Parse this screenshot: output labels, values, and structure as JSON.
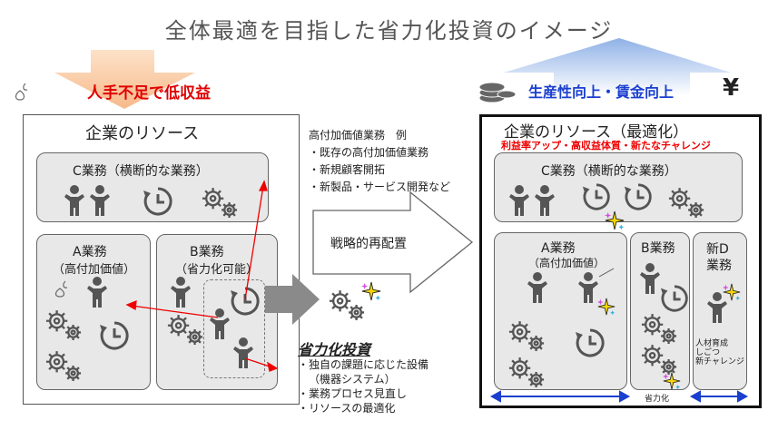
{
  "title": "全体最適を目指した省力化投資のイメージ",
  "left": {
    "banner": "人手不足で低収益",
    "panel_title": "企業のリソース",
    "c_box": "C業務（横断的な業務）",
    "a_box_line1": "A業務",
    "a_box_line2": "（高付加価値）",
    "b_box_line1": "B業務",
    "b_box_line2": "（省力化可能）"
  },
  "middle": {
    "example_title": "高付加価値業務　例",
    "example_items": [
      "・既存の高付加価値業務",
      "・新規顧客開拓",
      "・新製品・サービス開発など"
    ],
    "arrow_label": "戦略的再配置",
    "invest_title": "省力化投資",
    "invest_items": [
      "・独自の課題に応じた設備",
      "（機器システム）",
      "・業務プロセス見直し",
      "・リソースの最適化"
    ]
  },
  "right": {
    "banner": "生産性向上・賃金向上",
    "yen": "¥",
    "panel_title": "企業のリソース（最適化）",
    "panel_subtitle": "利益率アップ・高収益体質・新たなチャレンジ",
    "c_box": "C業務（横断的な業務）",
    "a_box_line1": "A業務",
    "a_box_line2": "（高付加価値）",
    "b_box": "B業務",
    "d_box_line1": "新D",
    "d_box_line2": "業務",
    "d_note": [
      "人材育成",
      "しごつ",
      "新チャレンジ"
    ],
    "bottom_label": "省力化"
  },
  "colors": {
    "red": "#e00000",
    "blue": "#1a3fcf",
    "panel": "#e8e8e8",
    "figure": "#555555"
  }
}
